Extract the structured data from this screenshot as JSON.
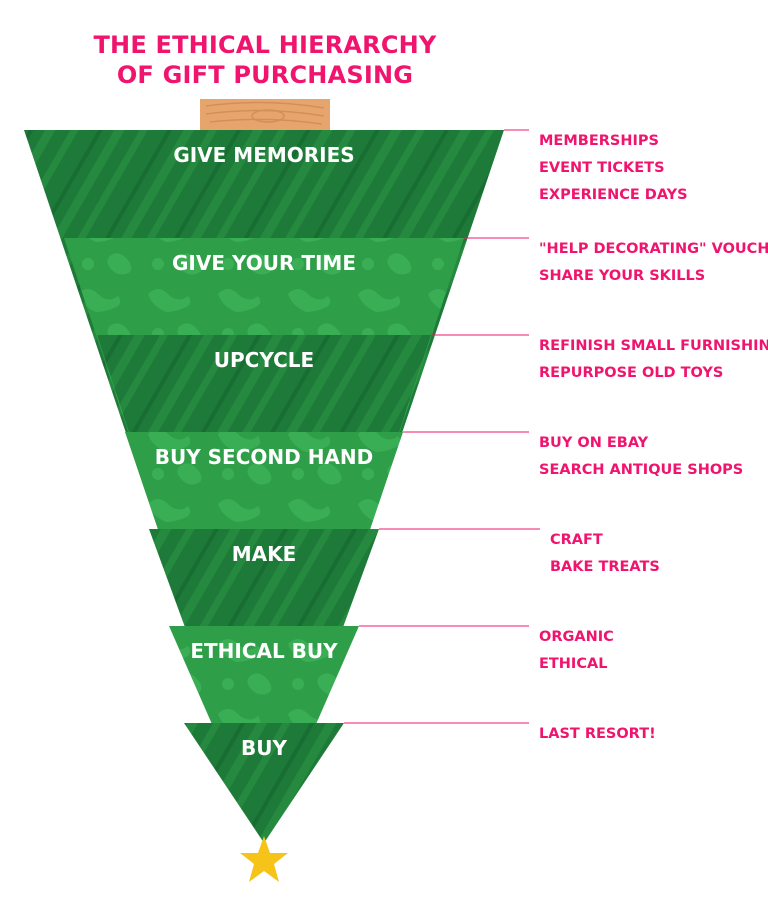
{
  "title": {
    "line1": "THE ETHICAL HIERARCHY",
    "line2": "OF GIFT  PURCHASING"
  },
  "colors": {
    "accent": "#f0146e",
    "green_dark": "#1e7a38",
    "green_light": "#2f9e48",
    "trunk": "#e7a56e",
    "star": "#f6c318"
  },
  "tiers": [
    {
      "label": "GIVE MEMORIES",
      "examples": [
        "MEMBERSHIPS",
        "EVENT TICKETS",
        "EXPERIENCE DAYS"
      ]
    },
    {
      "label": "GIVE YOUR TIME",
      "examples": [
        "\"HELP DECORATING\" VOUCHERS",
        "SHARE YOUR SKILLS"
      ]
    },
    {
      "label": "UPCYCLE",
      "examples": [
        "REFINISH SMALL FURNISHINGS",
        "REPURPOSE OLD TOYS"
      ]
    },
    {
      "label": "BUY SECOND HAND",
      "examples": [
        "BUY ON EBAY",
        "SEARCH ANTIQUE SHOPS"
      ]
    },
    {
      "label": "MAKE",
      "examples": [
        "CRAFT",
        "BAKE TREATS"
      ]
    },
    {
      "label": "ETHICAL BUY",
      "examples": [
        "ORGANIC",
        "ETHICAL"
      ]
    },
    {
      "label": "BUY",
      "examples": [
        "LAST RESORT!"
      ]
    }
  ]
}
